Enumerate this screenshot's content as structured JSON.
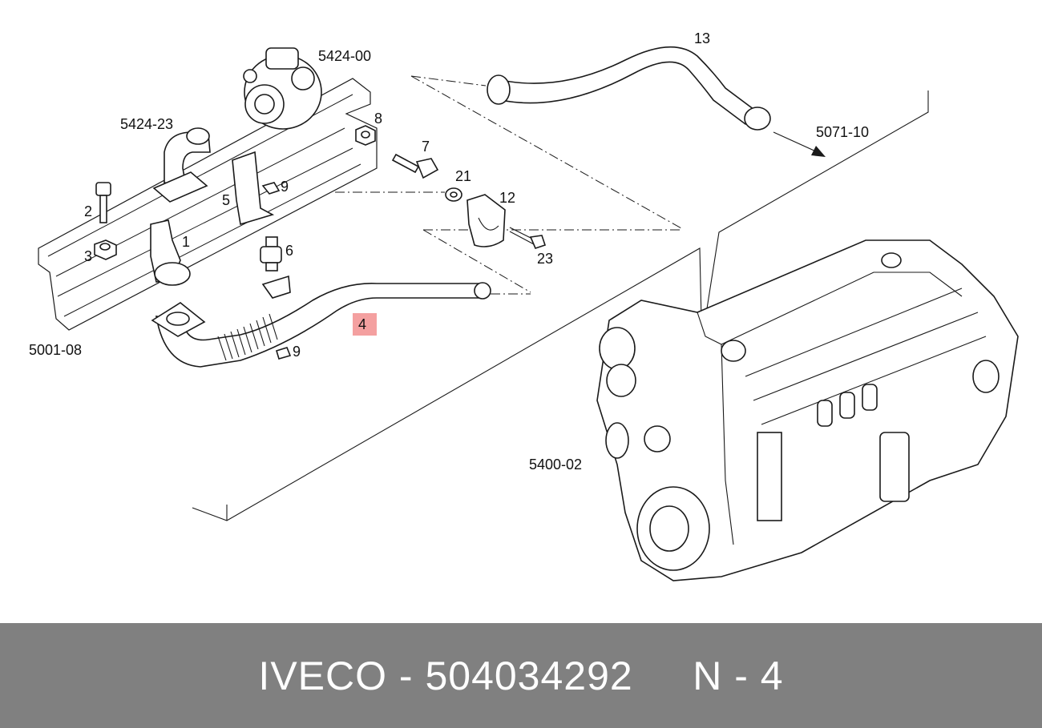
{
  "diagram": {
    "labels": {
      "l_5424_00": "5424-00",
      "l_5424_23": "5424-23",
      "l_5071_10": "5071-10",
      "l_5001_08": "5001-08",
      "l_5400_02": "5400-02",
      "l_1": "1",
      "l_2": "2",
      "l_3": "3",
      "l_4": "4",
      "l_5": "5",
      "l_6": "6",
      "l_7": "7",
      "l_8": "8",
      "l_9a": "9",
      "l_9b": "9",
      "l_12": "12",
      "l_13": "13",
      "l_21": "21",
      "l_23": "23"
    },
    "highlight_color": "#f4a0a0"
  },
  "footer": {
    "brand": "IVECO",
    "separator1": " - ",
    "part_number": "504034292",
    "gap": "     ",
    "position": "N",
    "separator2": " - ",
    "position_number": "4",
    "background_color": "#808080"
  }
}
